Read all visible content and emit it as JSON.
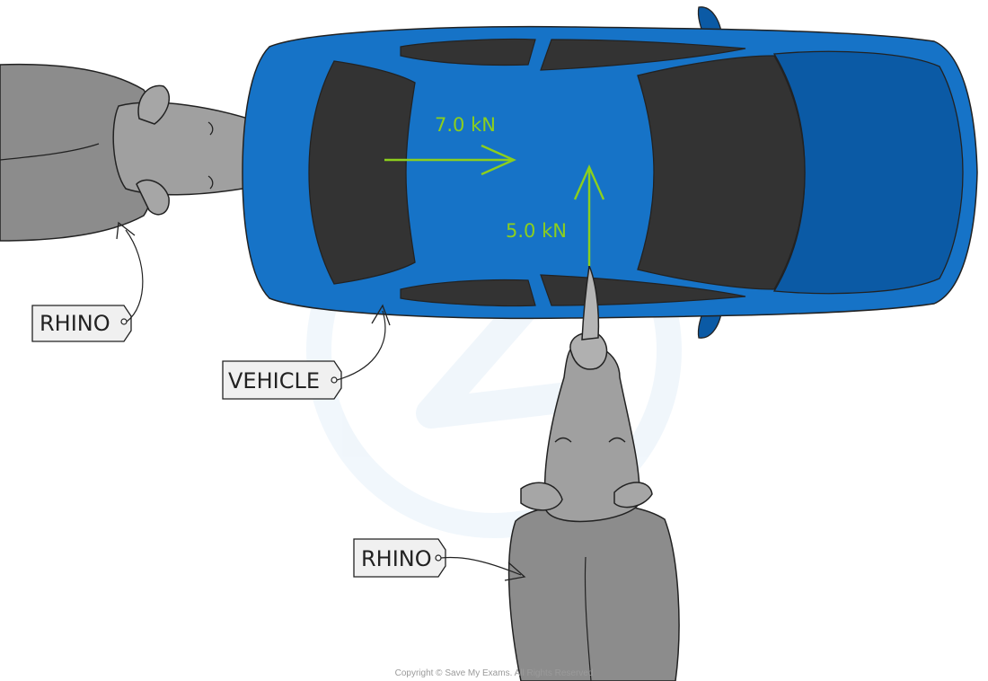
{
  "labels": {
    "rhino_left": "RHINO",
    "rhino_bottom": "RHINO",
    "vehicle": "VEHICLE"
  },
  "forces": [
    {
      "label": "7.0 kN",
      "direction": "right"
    },
    {
      "label": "5.0 kN",
      "direction": "up"
    }
  ],
  "copyright": "Copyright © Save My Exams. All Rights Reserved",
  "colors": {
    "car_body": "#1673c7",
    "car_dark": "#0b5aa5",
    "car_window": "#333333",
    "rhino": "#8c8c8c",
    "rhino_light": "#a6a6a6",
    "force_arrow": "#8ccf1d",
    "tag_fill": "#f0f0f0"
  }
}
